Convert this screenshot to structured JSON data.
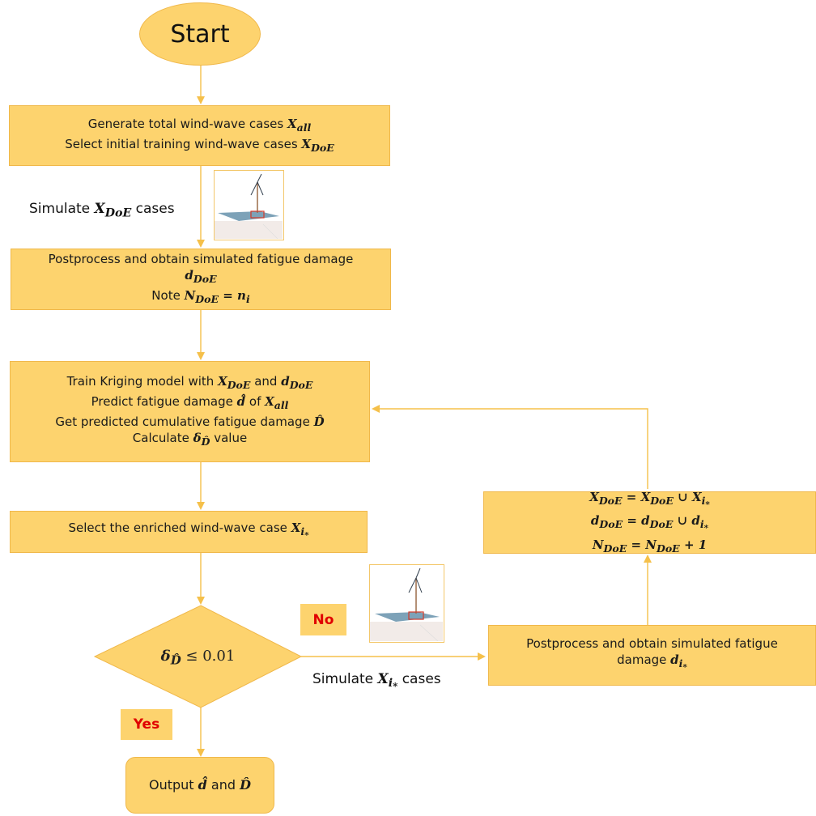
{
  "start": {
    "label": "Start"
  },
  "step1": {
    "line1_text": "Generate total wind-wave cases ",
    "line1_var": "X",
    "line1_sub": "all",
    "line2_text": "Select initial training wind-wave cases ",
    "line2_var": "X",
    "line2_sub": "DoE"
  },
  "simulate_doe": {
    "prefix": "Simulate ",
    "var": "X",
    "sub": "DoE",
    "suffix": " cases"
  },
  "step2": {
    "line1": "Postprocess and obtain simulated fatigue damage",
    "line2_var": "d",
    "line2_sub": "DoE",
    "line3_prefix": "Note ",
    "line3_math": "N",
    "line3_sub": "DoE",
    "line3_eq": " = n",
    "line3_sub2": "i"
  },
  "step3": {
    "line1_text": "Train Kriging model with ",
    "line1_var1": "X",
    "line1_sub1": "DoE",
    "line1_and": " and ",
    "line1_var2": "d",
    "line1_sub2": "DoE",
    "line2_text": "Predict fatigue damage ",
    "line2_hat": "d̂",
    "line2_of": " of ",
    "line2_var": "X",
    "line2_sub": "all",
    "line3_text": "Get predicted cumulative fatigue damage ",
    "line3_hat": "D̂",
    "line4_text": "Calculate ",
    "line4_var": "δ",
    "line4_sub": "D̂",
    "line4_suffix": " value"
  },
  "step4": {
    "text": "Select the enriched wind-wave case ",
    "var": "X",
    "sub": "i",
    "sub2": "*"
  },
  "decision": {
    "var": "δ",
    "sub": "D̂",
    "rest": " ≤ 0.01"
  },
  "no_label": "No",
  "yes_label": "Yes",
  "simulate_i": {
    "prefix": "Simulate ",
    "var": "X",
    "sub": "i",
    "sub2": "*",
    "suffix": " cases"
  },
  "step5": {
    "line1": "Postprocess and obtain simulated fatigue",
    "line2_text": "damage ",
    "line2_var": "d",
    "line2_sub": "i",
    "line2_sub2": "*"
  },
  "update": {
    "l1_a": "X",
    "l1_a_sub": "DoE",
    "l1_eq": " = ",
    "l1_b": "X",
    "l1_b_sub": "DoE",
    "l1_cup": " ∪ ",
    "l1_c": "X",
    "l1_c_sub": "i",
    "l1_c_sub2": "*",
    "l2_a": "d",
    "l2_a_sub": "DoE",
    "l2_eq": " = ",
    "l2_b": "d",
    "l2_b_sub": "DoE",
    "l2_cup": " ∪ ",
    "l2_c": "d",
    "l2_c_sub": "i",
    "l2_c_sub2": "*",
    "l3_a": "N",
    "l3_a_sub": "DoE",
    "l3_eq": " = ",
    "l3_b": "N",
    "l3_b_sub": "DoE",
    "l3_plus": " + 1"
  },
  "output": {
    "prefix": "Output ",
    "hat1": "d̂",
    "and": " and ",
    "hat2": "D̂"
  },
  "colors": {
    "box_fill": "#fdd36e",
    "box_border": "#f0b84a",
    "arrow": "#f5c04a",
    "no_yes_text": "#e00000"
  }
}
